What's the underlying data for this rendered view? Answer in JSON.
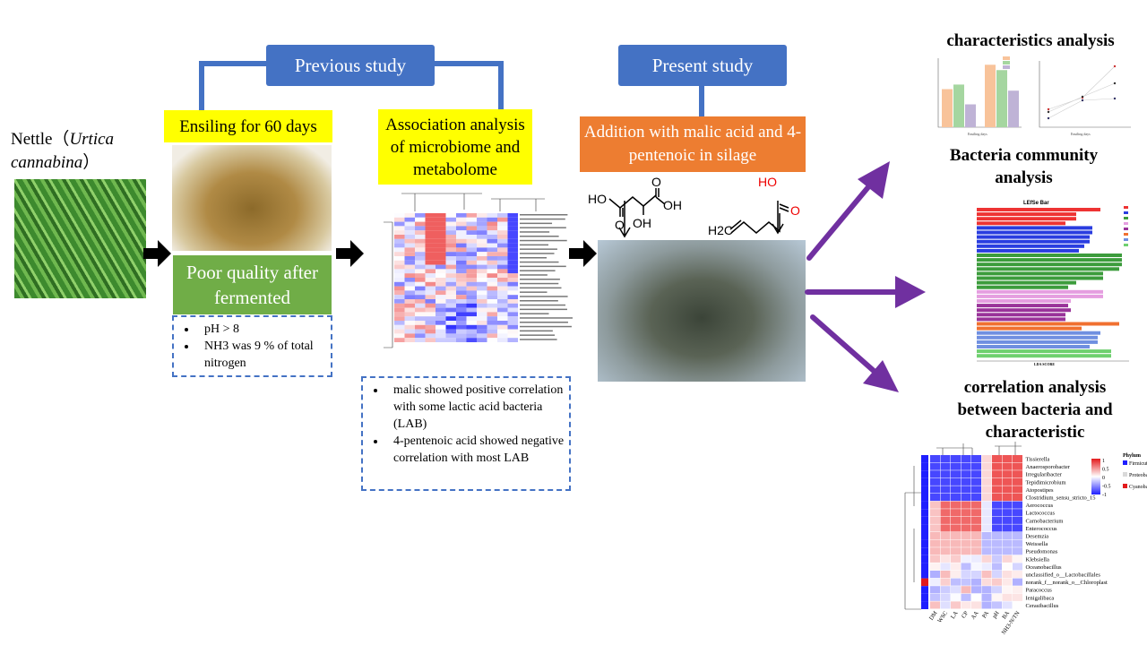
{
  "previous_study": "Previous study",
  "present_study": "Present study",
  "nettle": {
    "label": "Nettle（",
    "latin": "Urtica cannabina",
    "close": "）"
  },
  "ensiling": "Ensiling for 60 days",
  "poor_quality": "Poor quality after fermented",
  "poor_bullets": [
    "pH  > 8",
    "NH3 was 9 % of total nitrogen"
  ],
  "association": "Association analysis of microbiome and metabolome",
  "assoc_bullets": [
    "malic showed positive correlation with  some lactic acid bacteria (LAB)",
    "4-pentenoic acid showed negative correlation with most LAB"
  ],
  "addition": "Addition with malic acid and 4- pentenoic in silage",
  "chem": {
    "ho": "HO",
    "oh": "OH",
    "o": "O",
    "h2c": "H2C"
  },
  "right": {
    "characteristics": "characteristics analysis",
    "bacteria": "Bacteria community analysis",
    "correlation": "correlation analysis between bacteria and characteristic",
    "lefse_title": "LEfSe Bar",
    "lefse_xlabel": "LDA SCORE",
    "ensiling_days": "Ensiling days"
  },
  "heatmap": {
    "rows": [
      "Tissierella",
      "Anaerosporobacter",
      "Irregularibacter",
      "Tepidimicrobium",
      "Atopostipes",
      "Clostridium_sensu_stricto_15",
      "Aerococcus",
      "Lactococcus",
      "Carnobacterium",
      "Enterococcus",
      "Desemzia",
      "Weissella",
      "Pseudomonas",
      "Klebsiella",
      "Oceanobacillus",
      "unclassified_o__Lactobacillales",
      "norank_f__norank_o__Chloroplast",
      "Paracoccus",
      "Ienigalibaca",
      "Cerasibacillus"
    ],
    "cols": [
      "DM",
      "WSC",
      "LA",
      "CP",
      "AA",
      "PA",
      "pH",
      "BA",
      "NH3-N/TN"
    ],
    "scale": [
      "1",
      "0.5",
      "0",
      "-0.5",
      "-1"
    ],
    "legend_title": "Phylum",
    "phyla": [
      {
        "name": "Firmicutes",
        "color": "#1f1fff"
      },
      {
        "name": "Proteobacteria",
        "color": "#d9d9d9"
      },
      {
        "name": "Cyanobacteria",
        "color": "#e31a1c"
      }
    ]
  },
  "colors": {
    "blue": "#4472c4",
    "yellow": "#ffff00",
    "green": "#70ad47",
    "orange": "#ed7d31",
    "purple": "#7030a0"
  }
}
